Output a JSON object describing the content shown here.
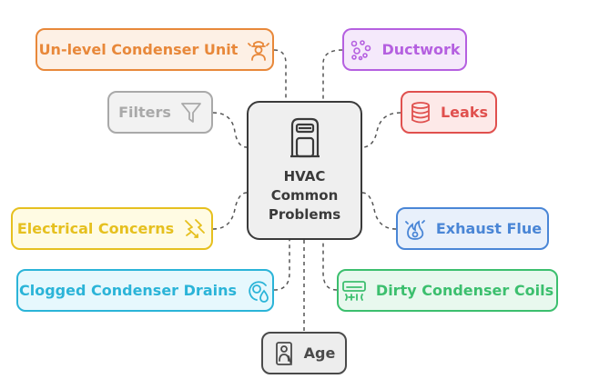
{
  "center": {
    "title": "HVAC\nCommon\nProblems",
    "icon": "air-conditioner-icon"
  },
  "nodes": [
    {
      "label": "Un-level Condenser Unit",
      "icon": "worker-icon",
      "color": "#e8883a",
      "fill": "#fdf0e5"
    },
    {
      "label": "Filters",
      "icon": "funnel-icon",
      "color": "#a9a9a9",
      "fill": "#f2f2f2"
    },
    {
      "label": "Electrical Concerns",
      "icon": "lightning-bolt-icon",
      "color": "#e6c01f",
      "fill": "#fffbe3"
    },
    {
      "label": "Clogged Condenser Drains",
      "icon": "drain-droplet-icon",
      "color": "#2bb4d8",
      "fill": "#e6f8fd"
    },
    {
      "label": "Ductwork",
      "icon": "dots-cluster-icon",
      "color": "#b560e0",
      "fill": "#f5e9fb"
    },
    {
      "label": "Leaks",
      "icon": "database-icon",
      "color": "#e0504e",
      "fill": "#fde9e8"
    },
    {
      "label": "Exhaust Flue",
      "icon": "flame-icon",
      "color": "#4a86d6",
      "fill": "#e8f0fb"
    },
    {
      "label": "Dirty Condenser Coils",
      "icon": "ac-unit-icon",
      "color": "#3cbf6e",
      "fill": "#e8f8ee"
    },
    {
      "label": "Age",
      "icon": "elderly-person-icon",
      "color": "#4a4a4a",
      "fill": "#ededed"
    }
  ]
}
